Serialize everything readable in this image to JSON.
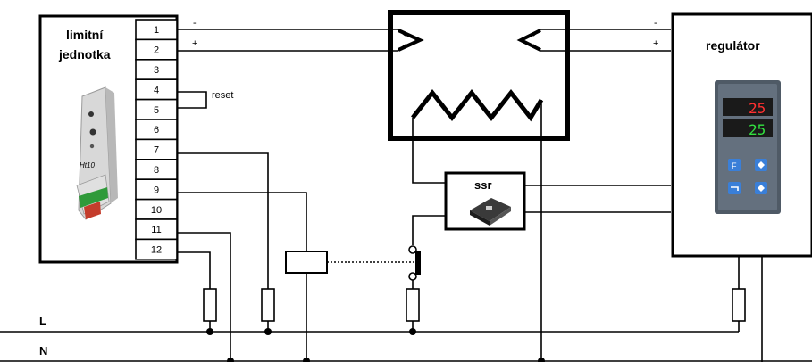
{
  "limit_unit": {
    "title_line1": "limitní",
    "title_line2": "jednotka",
    "device_label": "Ht10",
    "terminals": [
      "1",
      "2",
      "3",
      "4",
      "5",
      "6",
      "7",
      "8",
      "9",
      "10",
      "11",
      "12"
    ],
    "reset_label": "reset"
  },
  "signs": {
    "minus_left": "-",
    "plus_left": "+",
    "minus_right": "-",
    "plus_right": "+"
  },
  "ssr": {
    "label": "ssr"
  },
  "controller": {
    "title": "regulátor",
    "display_top": "25",
    "display_bottom": "25",
    "button_f": "F"
  },
  "lines": {
    "L": "L",
    "N": "N"
  }
}
